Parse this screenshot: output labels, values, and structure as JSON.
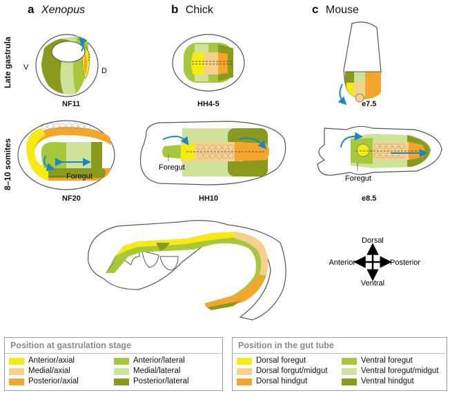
{
  "panels": [
    {
      "letter": "a",
      "name": "Xenopus"
    },
    {
      "letter": "b",
      "name": "Chick"
    },
    {
      "letter": "c",
      "name": "Mouse"
    }
  ],
  "row_labels": [
    "Late gastrula",
    "8–10 somites"
  ],
  "stages": [
    "NF11",
    "HH4-5",
    "e7.5",
    "NF20",
    "HH10",
    "e8.5"
  ],
  "xenopus_labels": {
    "ventral": "V",
    "dorsal": "D"
  },
  "foregut_label": "Foregut",
  "compass": {
    "up": "Dorsal",
    "down": "Ventral",
    "left": "Anterior",
    "right": "Posterior"
  },
  "colors": {
    "anterior_axial": "#f5ea14",
    "medial_axial": "#f7d08c",
    "posterior_axial": "#f4a62a",
    "anterior_lateral": "#a6c93c",
    "medial_lateral": "#cfe29a",
    "posterior_lateral": "#8a9a1c",
    "arrow": "#1a86c8"
  },
  "legend_gastrulation": {
    "title": "Position at gastrulation stage",
    "items": [
      {
        "label": "Anterior/axial",
        "color": "#f5ea14"
      },
      {
        "label": "Medial/axial",
        "color": "#f7d08c"
      },
      {
        "label": "Posterior/axial",
        "color": "#f4a62a"
      },
      {
        "label": "Anterior/lateral",
        "color": "#a6c93c"
      },
      {
        "label": "Medial/lateral",
        "color": "#cfe29a"
      },
      {
        "label": "Posterior/lateral",
        "color": "#8a9a1c"
      }
    ]
  },
  "legend_gut": {
    "title": "Position in the gut tube",
    "items": [
      {
        "label": "Dorsal foregut",
        "color": "#f5ea14"
      },
      {
        "label": "Dorsal forgut/midgut",
        "color": "#f7d08c"
      },
      {
        "label": "Dorsal hindgut",
        "color": "#f4a62a"
      },
      {
        "label": "Ventral foregut",
        "color": "#a6c93c"
      },
      {
        "label": "Ventral foregut/midgut",
        "color": "#cfe29a"
      },
      {
        "label": "Ventral hindgut",
        "color": "#8a9a1c"
      }
    ]
  }
}
